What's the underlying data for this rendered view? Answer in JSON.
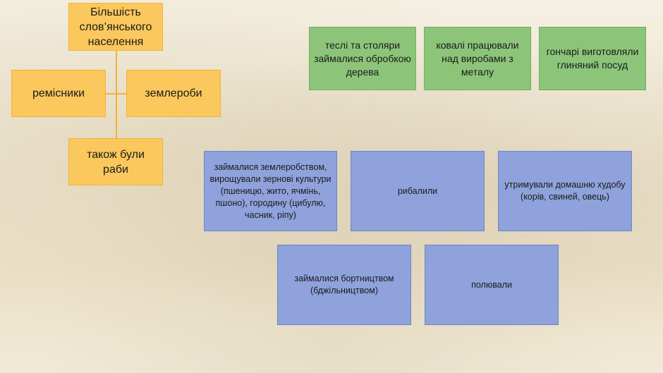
{
  "hierarchy": {
    "root": "Більшість слов’янського населення",
    "left": "ремісники",
    "right": "землероби",
    "bottom": "також були раби"
  },
  "crafts": [
    "теслі та столяри займалися обробкою дерева",
    "ковалі працювали над виробами з металу",
    "гончарі виготовляли глиняний посуд"
  ],
  "activities_row1": [
    "займалися землеробством, вирощували зернові культури (пшеницю, жито, ячмінь, пшоно), городину (цибулю, часник, ріпу)",
    "рибалили",
    "утримували домашню худобу (корів, свиней, овець)"
  ],
  "activities_row2": [
    "займалися бортництвом (бджільництвом)",
    "полювали"
  ],
  "colors": {
    "orange": "#fbc85d",
    "green": "#8cc57a",
    "blue": "#8fa2dc"
  }
}
